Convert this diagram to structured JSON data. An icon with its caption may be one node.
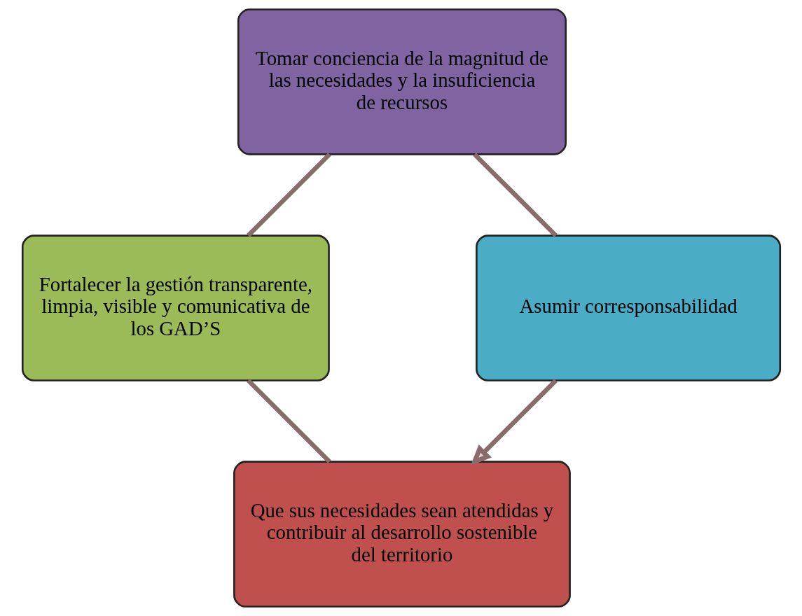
{
  "diagram": {
    "nodes": [
      {
        "text": [
          "Que sus necesidades sean atendidas y contribuir al desarrollo sostenible del territorio"
        ]
      },
      {
        "text": [
          "Fortalecer la gestión transparente, limpia, visible y comunicativa de los GAD’S"
        ]
      },
      {
        "text": [
          "Tomar conciencia de la magnitud de las necesidades y la insuficiencia de recursos"
        ]
      },
      {
        "text": [
          "Asumir corresponsabilidad"
        ]
      }
    ],
    "edges": [
      {
        "from": 0,
        "to": 1,
        "arrow": "none"
      },
      {
        "from": 1,
        "to": 2,
        "arrow": "none"
      },
      {
        "from": 2,
        "to": 3,
        "arrow": "none"
      },
      {
        "from": 3,
        "to": 0,
        "arrow": "to"
      }
    ]
  }
}
